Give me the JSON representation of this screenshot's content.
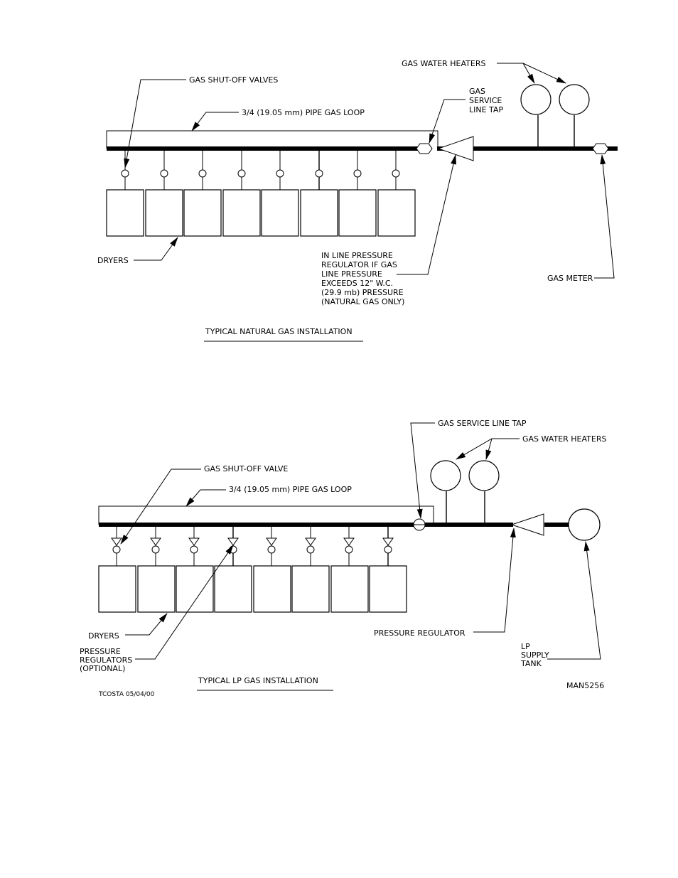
{
  "natural": {
    "shutoff_label": "GAS SHUT-OFF VALVES",
    "loop_label": "3/4 (19.05 mm) PIPE GAS LOOP",
    "service_tap_label": [
      "GAS",
      "SERVICE",
      "LINE TAP"
    ],
    "water_heaters_label": "GAS WATER HEATERS",
    "dryers_label": "DRYERS",
    "regulator_label": [
      "IN LINE PRESSURE",
      "REGULATOR IF GAS",
      "LINE PRESSURE",
      "EXCEEDS 12\" W.C.",
      "(29.9 mb) PRESSURE",
      "(NATURAL GAS ONLY)"
    ],
    "meter_label": "GAS METER",
    "title": "TYPICAL NATURAL GAS INSTALLATION"
  },
  "lp": {
    "service_tap_label": "GAS SERVICE LINE TAP",
    "water_heaters_label": "GAS WATER HEATERS",
    "shutoff_label": "GAS SHUT-OFF VALVE",
    "loop_label": "3/4 (19.05 mm) PIPE GAS LOOP",
    "dryers_label": "DRYERS",
    "regulators_label": [
      "PRESSURE",
      "REGULATORS",
      "(OPTIONAL)"
    ],
    "pressure_regulator_label": "PRESSURE REGULATOR",
    "supply_tank_label": [
      "LP",
      "SUPPLY",
      "TANK"
    ],
    "title": "TYPICAL LP GAS INSTALLATION",
    "author": "TCOSTA 05/04/00",
    "drawing_no": "MAN5256"
  }
}
